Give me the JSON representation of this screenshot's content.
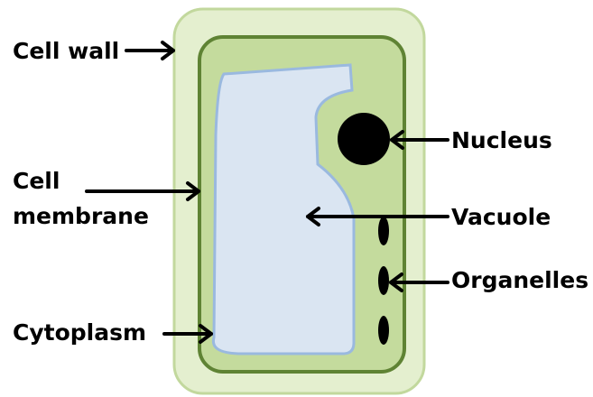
{
  "labels": {
    "cell_wall": "Cell wall",
    "cell_membrane_line1": "Cell",
    "cell_membrane_line2": "membrane",
    "cytoplasm": "Cytoplasm",
    "nucleus": "Nucleus",
    "vacuole": "Vacuole",
    "organelles": "Organelles"
  },
  "colors": {
    "cell_wall_fill": "#e4efcf",
    "cell_wall_stroke": "#c2d89d",
    "cytoplasm_fill": "#c4db9d",
    "membrane_stroke": "#5f8334",
    "vacuole_fill": "#dae5f2",
    "vacuole_stroke": "#9ab9df",
    "nucleus_fill": "#000000",
    "arrow": "#000000"
  }
}
